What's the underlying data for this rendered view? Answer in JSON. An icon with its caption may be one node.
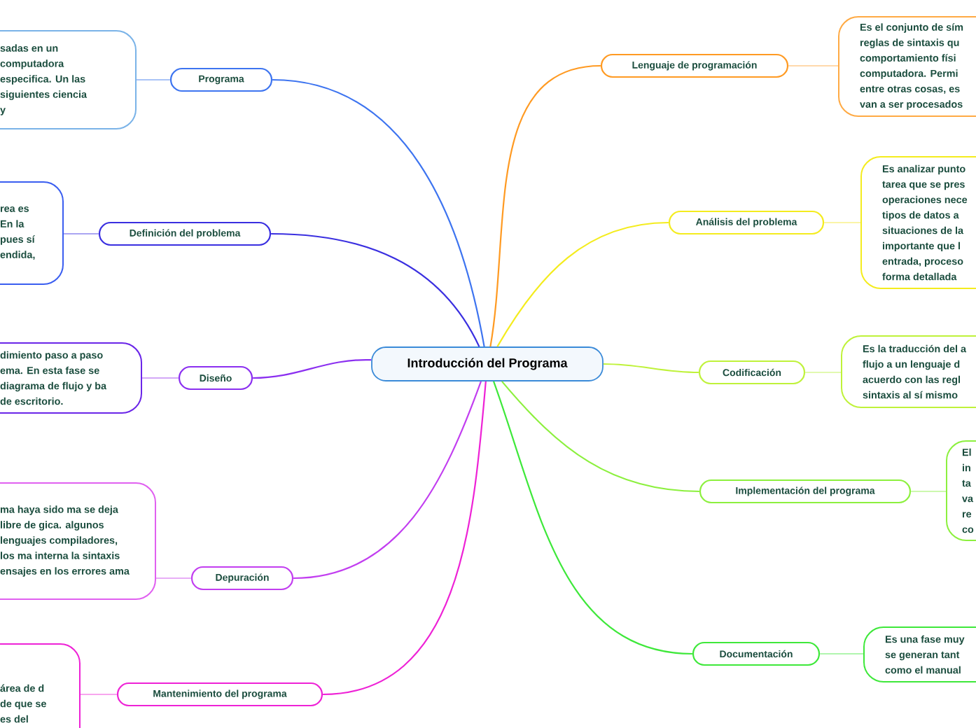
{
  "diagram": {
    "nodes": [
      {
        "text": [
          "Introducción del Programa"
        ]
      },
      {
        "text": [
          "Programa"
        ]
      },
      {
        "text": [
          "sadas en un computadora especifica. Un las siguientes ciencia y"
        ]
      },
      {
        "text": [
          "Definición del problema"
        ]
      },
      {
        "text": [
          "rea es En la pues sí endida,"
        ]
      },
      {
        "text": [
          "Diseño"
        ]
      },
      {
        "text": [
          "dimiento paso a paso ema. En esta fase se diagrama de flujo y ba de escritorio."
        ]
      },
      {
        "text": [
          "Depuración"
        ]
      },
      {
        "text": [
          "ma haya sido ma se deja libre de gica. algunos lenguajes compiladores, los ma interna la sintaxis ensajes en los errores ama"
        ]
      },
      {
        "text": [
          "Mantenimiento del programa"
        ]
      },
      {
        "text": [
          "área de d de que se es del"
        ]
      },
      {
        "text": [
          "Lenguaje de programación"
        ]
      },
      {
        "text": [
          "Es el conjunto de sím reglas de sintaxis qu comportamiento físi computadora. Permi entre otras cosas, es van a ser procesados"
        ]
      },
      {
        "text": [
          "Análisis del problema"
        ]
      },
      {
        "text": [
          "Es analizar punto tarea que se pres operaciones nece tipos de datos a situaciones de la importante que l entrada, proceso forma detallada"
        ]
      },
      {
        "text": [
          "Codificación"
        ]
      },
      {
        "text": [
          "Es la traducción del a flujo a un lenguaje d acuerdo con las regl sintaxis al sí mismo"
        ]
      },
      {
        "text": [
          "Implementación del programa"
        ]
      },
      {
        "text": [
          "El in ta va re co"
        ]
      },
      {
        "text": [
          "Documentación"
        ]
      },
      {
        "text": [
          "Es una fase muy se generan tant como el manual"
        ]
      }
    ],
    "edges": [
      {
        "from": 0,
        "to": 1,
        "arrow": "none",
        "color": "#3d74f0"
      },
      {
        "from": 1,
        "to": 2,
        "arrow": "none",
        "color": "#a9c3f7"
      },
      {
        "from": 0,
        "to": 3,
        "arrow": "none",
        "color": "#3a2fe0"
      },
      {
        "from": 3,
        "to": 4,
        "arrow": "none",
        "color": "#aaa5f2"
      },
      {
        "from": 0,
        "to": 5,
        "arrow": "none",
        "color": "#8b2ff0"
      },
      {
        "from": 5,
        "to": 6,
        "arrow": "none",
        "color": "#d2a8f7"
      },
      {
        "from": 0,
        "to": 7,
        "arrow": "none",
        "color": "#c23ef0"
      },
      {
        "from": 7,
        "to": 8,
        "arrow": "none",
        "color": "#e8aef7"
      },
      {
        "from": 0,
        "to": 9,
        "arrow": "none",
        "color": "#ee22d6"
      },
      {
        "from": 9,
        "to": 10,
        "arrow": "none",
        "color": "#f7a6ee"
      },
      {
        "from": 0,
        "to": 11,
        "arrow": "none",
        "color": "#ff9a22"
      },
      {
        "from": 11,
        "to": 12,
        "arrow": "none",
        "color": "#ffd9ab"
      },
      {
        "from": 0,
        "to": 13,
        "arrow": "none",
        "color": "#f4ec1e"
      },
      {
        "from": 13,
        "to": 14,
        "arrow": "none",
        "color": "#faf5a8"
      },
      {
        "from": 0,
        "to": 15,
        "arrow": "none",
        "color": "#bff23a"
      },
      {
        "from": 15,
        "to": 16,
        "arrow": "none",
        "color": "#e2f9b0"
      },
      {
        "from": 0,
        "to": 17,
        "arrow": "none",
        "color": "#8cf03e"
      },
      {
        "from": 17,
        "to": 18,
        "arrow": "none",
        "color": "#cdf8ae"
      },
      {
        "from": 0,
        "to": 19,
        "arrow": "none",
        "color": "#3ee83a"
      },
      {
        "from": 19,
        "to": 20,
        "arrow": "none",
        "color": "#b0f5ae"
      }
    ]
  }
}
